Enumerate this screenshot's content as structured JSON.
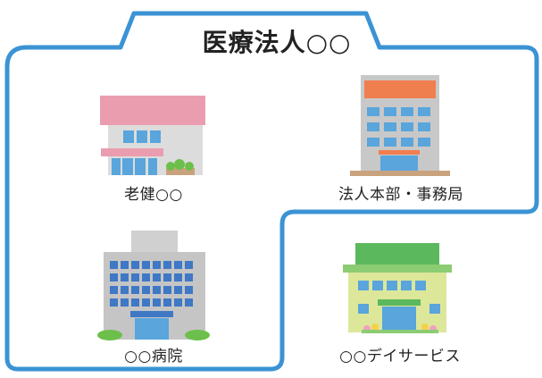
{
  "title": "医療法人○○",
  "facilities": [
    {
      "label": "老健○○",
      "icon": "nursing-care-facility-icon"
    },
    {
      "label": "法人本部・事務局",
      "icon": "headquarters-building-icon"
    },
    {
      "label": "○○病院",
      "icon": "hospital-building-icon"
    },
    {
      "label": "○○デイサービス",
      "icon": "day-service-center-icon"
    }
  ],
  "colors": {
    "frame": "#3b93d4",
    "nursing_roof": "#eb9db0",
    "hq_roof": "#f07f4f",
    "hospital_gray": "#c5c5c5",
    "window_blue": "#59a5dc",
    "dayservice_green": "#5cb85c",
    "shrub_green": "#6dbf4b"
  }
}
